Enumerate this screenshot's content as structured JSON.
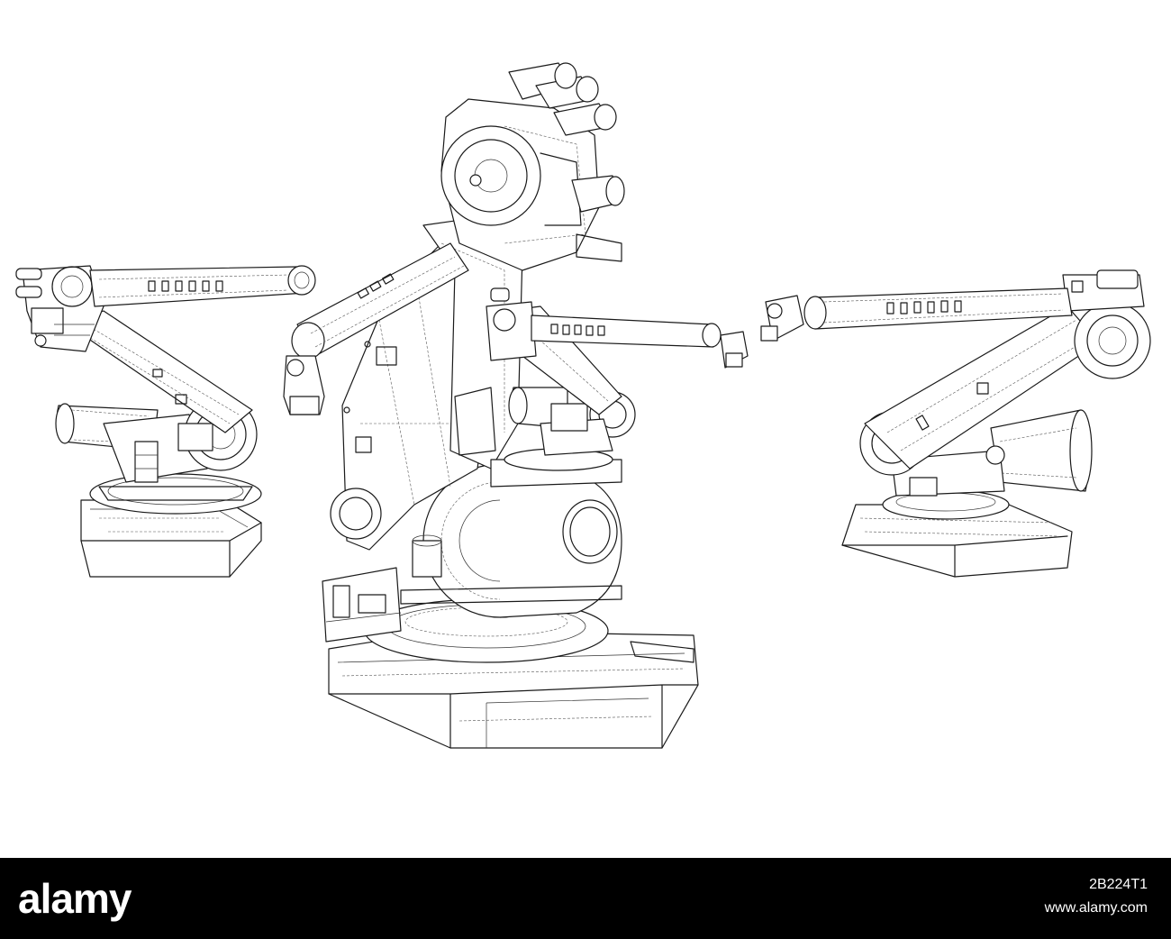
{
  "footer": {
    "logo": "alamy",
    "image_id": "2B224T1",
    "url": "www.alamy.com"
  },
  "colors": {
    "background": "#ffffff",
    "line_art": "#1a1a1a",
    "footer_background": "#000000",
    "footer_text": "#ffffff"
  }
}
